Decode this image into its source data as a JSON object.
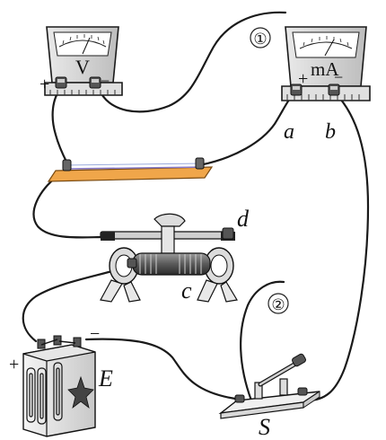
{
  "voltmeter": {
    "symbol": "V",
    "plus": "+",
    "minus": "−"
  },
  "milliammeter": {
    "symbol": "mA",
    "plus": "+",
    "minus": "−",
    "terminal_a": "a",
    "terminal_b": "b"
  },
  "wire_markers": {
    "one": "①",
    "two": "②"
  },
  "rheostat": {
    "label_d": "d",
    "label_c": "c"
  },
  "battery": {
    "label": "E",
    "plus": "+",
    "minus": "−"
  },
  "switch": {
    "label": "S"
  }
}
